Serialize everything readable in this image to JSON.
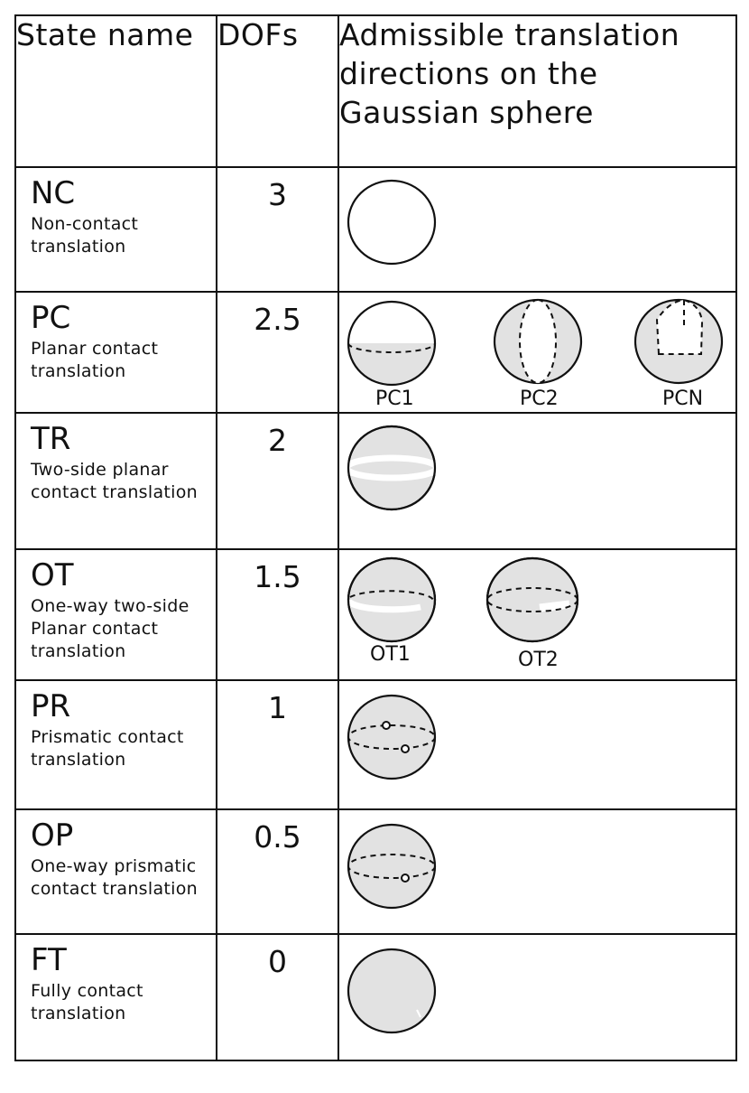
{
  "header": {
    "col1": "State name",
    "col2": "DOFs",
    "col3": "Admissible translation directions  on the Gaussian sphere"
  },
  "rows": [
    {
      "name": "NC",
      "description": "Non-contact translation",
      "dofs": "3",
      "figure_labels": []
    },
    {
      "name": "PC",
      "description": "Planar contact translation",
      "dofs": "2.5",
      "figure_labels": [
        "PC1",
        "PC2",
        "PCN"
      ]
    },
    {
      "name": "TR",
      "description": "Two-side planar contact translation",
      "dofs": "2",
      "figure_labels": []
    },
    {
      "name": "OT",
      "description": "One-way two-side Planar contact translation",
      "dofs": "1.5",
      "figure_labels": [
        "OT1",
        "OT2"
      ]
    },
    {
      "name": "PR",
      "description": "Prismatic contact translation",
      "dofs": "1",
      "figure_labels": []
    },
    {
      "name": "OP",
      "description": "One-way prismatic contact translation",
      "dofs": "0.5",
      "figure_labels": []
    },
    {
      "name": "FT",
      "description": "Fully contact translation",
      "dofs": "0",
      "figure_labels": []
    }
  ],
  "colors": {
    "sphere_fill": "#e2e2e2",
    "line": "#111111",
    "background": "#ffffff"
  }
}
